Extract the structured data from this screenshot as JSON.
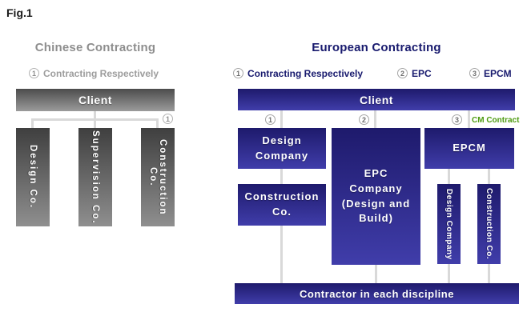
{
  "figure_label": "Fig.1",
  "colors": {
    "navy_text": "#181a6e",
    "gray_title": "#8e8e8e",
    "gray_legend": "#9d9d9d",
    "green_label": "#4e9b10",
    "connector": "#d9d9d9",
    "navy_gradient_top": "#1e1a6c",
    "navy_gradient_bottom": "#403daa",
    "gray_gradient_top": "#3f3f3f",
    "gray_gradient_bottom": "#8f8f8f"
  },
  "left": {
    "title": "Chinese Contracting",
    "legend": [
      {
        "num": "1",
        "label": "Contracting Respectively"
      }
    ],
    "client": "Client",
    "branch_marker": "1",
    "boxes": [
      "Design Co.",
      "Supervision Co.",
      "Construction Co."
    ]
  },
  "right": {
    "title": "European Contracting",
    "legend": [
      {
        "num": "1",
        "label": "Contracting Respectively"
      },
      {
        "num": "2",
        "label": "EPC"
      },
      {
        "num": "3",
        "label": "EPCM"
      }
    ],
    "client": "Client",
    "branch_markers": [
      {
        "num": "1"
      },
      {
        "num": "2"
      },
      {
        "num": "3"
      }
    ],
    "cm_contract_label": "CM Contract",
    "design_company": "Design Company",
    "construction_co": "Construction Co.",
    "epc_company": "EPC Company (Design and Build)",
    "epcm": "EPCM",
    "sub_design_company": "Design Company",
    "sub_construction_co": "Construction Co.",
    "contractor_bar": "Contractor in each discipline"
  }
}
